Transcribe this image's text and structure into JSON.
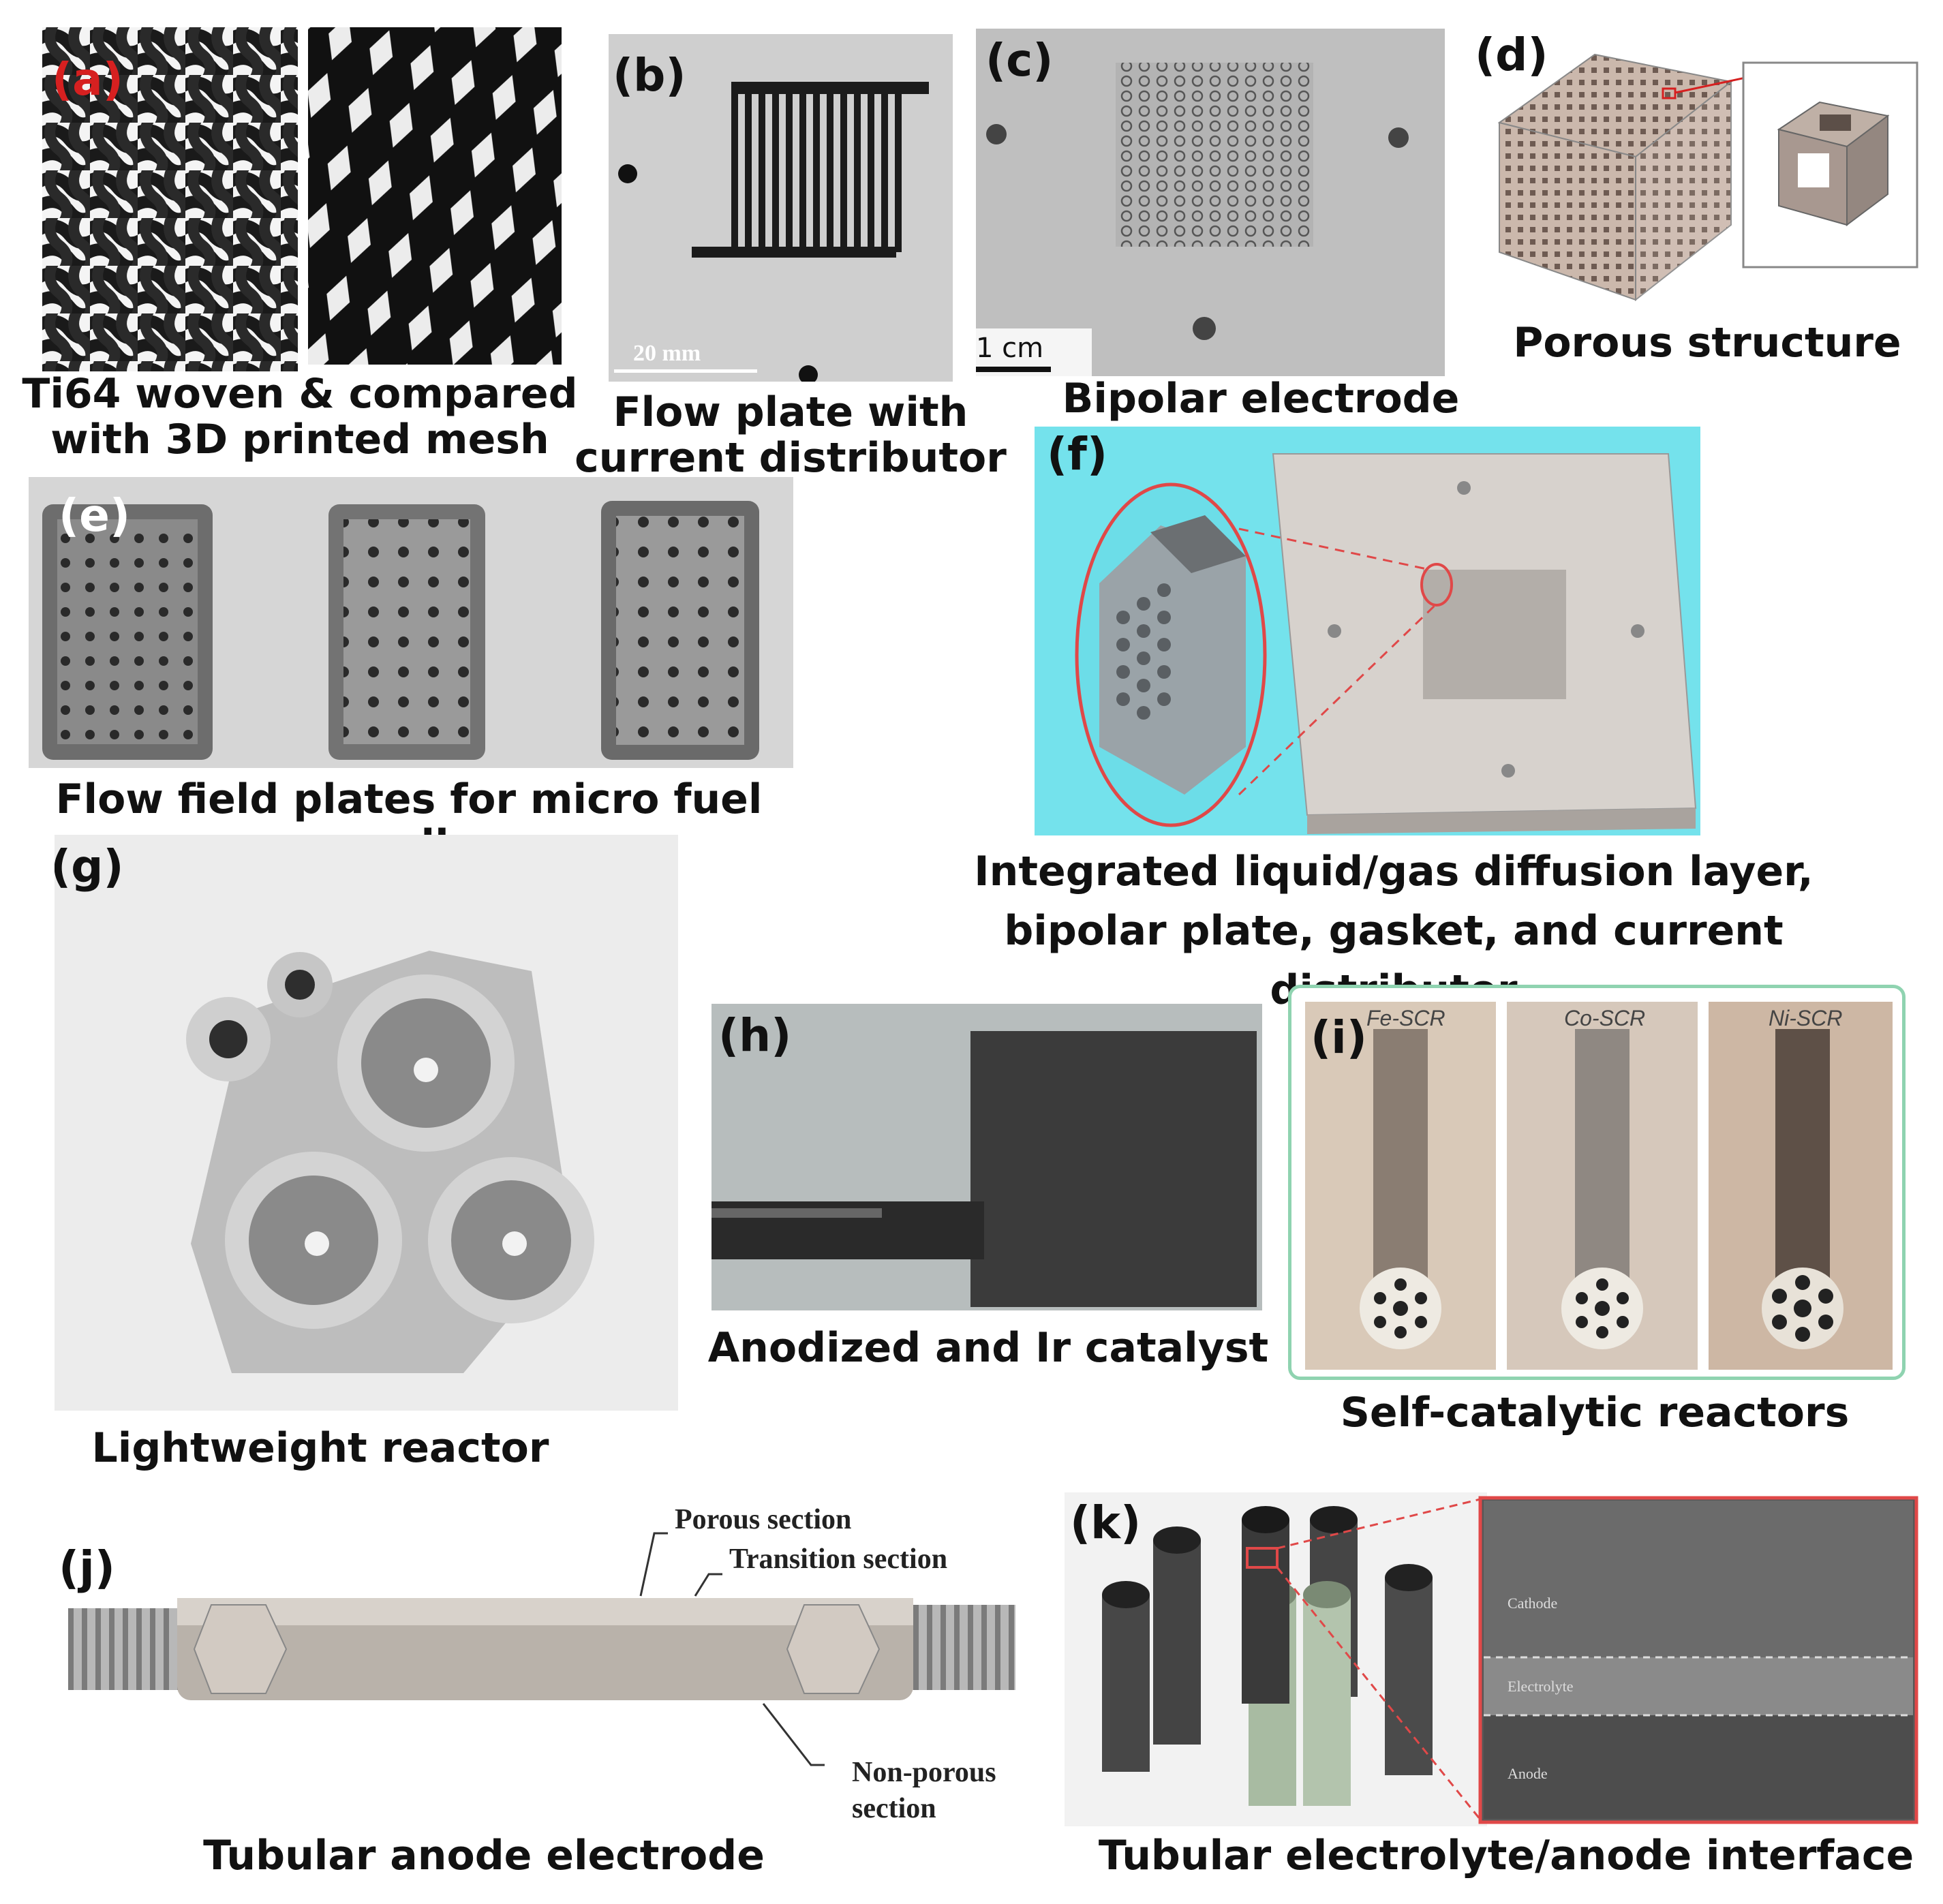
{
  "panels": {
    "a": {
      "label": "(a)",
      "caption": "Ti64 woven  & compared\nwith 3D printed mesh",
      "label_color": "#d62020"
    },
    "b": {
      "label": "(b)",
      "caption": "Flow plate with\ncurrent distributor",
      "scale": "20 mm"
    },
    "c": {
      "label": "(c)",
      "caption": "Bipolar electrode",
      "scale": "1 cm"
    },
    "d": {
      "label": "(d)",
      "caption": "Porous  structure"
    },
    "e": {
      "label": "(e)",
      "caption": "Flow field plates for micro fuel cell"
    },
    "f": {
      "label": "(f)",
      "caption": "Integrated liquid/gas diffusion layer,\nbipolar plate, gasket, and current distributor"
    },
    "g": {
      "label": "(g)",
      "caption": "Lightweight reactor"
    },
    "h": {
      "label": "(h)",
      "caption": "Anodized and Ir catalyst"
    },
    "i": {
      "label": "(i)",
      "caption": "Self-catalytic reactors",
      "reactors": [
        "Fe-SCR",
        "Co-SCR",
        "Ni-SCR"
      ]
    },
    "j": {
      "label": "(j)",
      "caption": "Tubular anode electrode",
      "callouts": {
        "porous": "Porous section",
        "transition": "Transition section",
        "nonporous": "Non-porous\nsection"
      }
    },
    "k": {
      "label": "(k)",
      "caption": "Tubular electrolyte/anode interface",
      "sem_labels": [
        "Cathode",
        "Electrolyte",
        "Anode"
      ]
    }
  },
  "colors": {
    "accent_red": "#d62020",
    "frame_green": "#8fd3b0",
    "cyan_bg": "#6fe0ec",
    "sem_frame": "#e04848"
  }
}
